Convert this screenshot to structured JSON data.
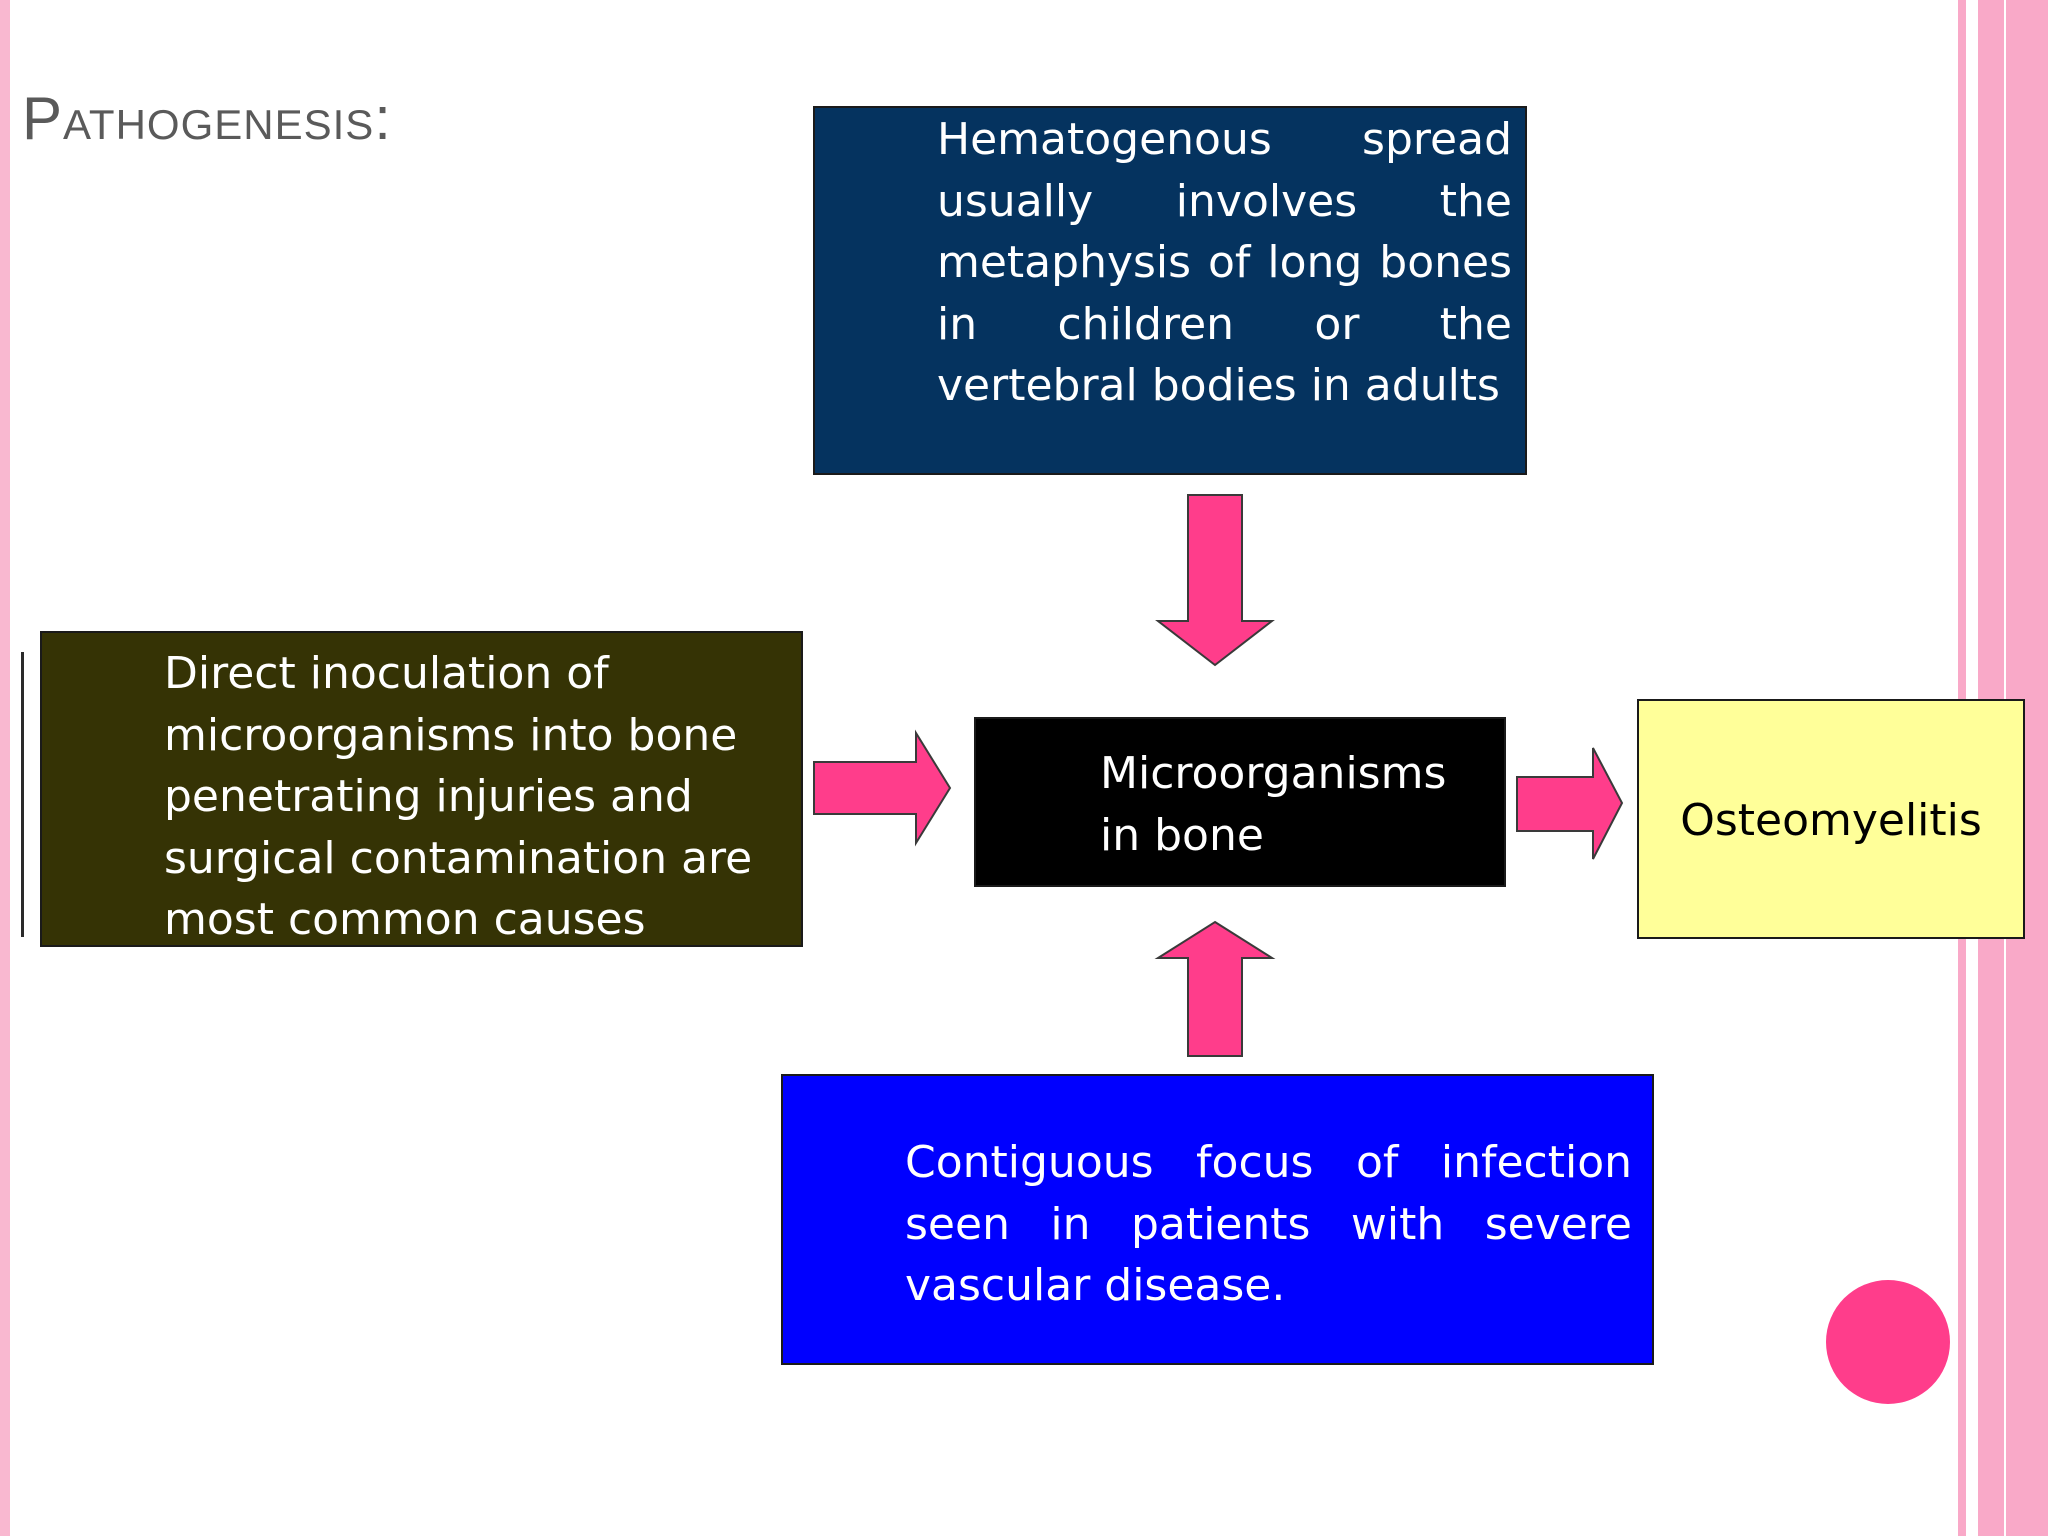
{
  "slide": {
    "title": "Pathogenesis:"
  },
  "boxes": {
    "hematogenous": "Hematogenous spread usually involves the metaphysis of long bones in children or the vertebral bodies in adults",
    "direct": "Direct inoculation of microorganisms into bone penetrating injuries and surgical contamination are most common causes",
    "micro": "Microorganisms in bone",
    "contiguous": "Contiguous focus of infection seen in patients with severe vascular disease.",
    "osteo": "Osteomyelitis"
  },
  "colors": {
    "hematogenous": "#05335f",
    "direct": "#353305",
    "micro": "#000000",
    "contiguous": "#0000ff",
    "osteo": "#ffff99",
    "arrow": "#ff3d8b",
    "stripe": "#f9a9c8"
  }
}
